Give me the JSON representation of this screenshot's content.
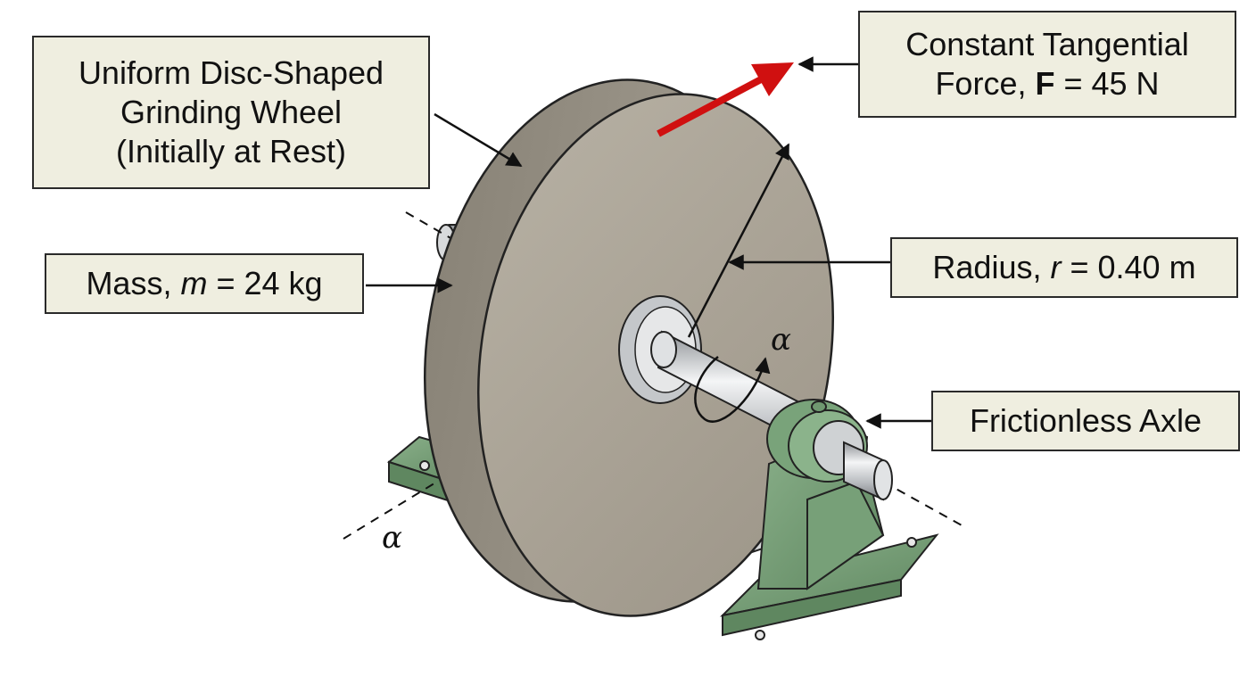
{
  "labels": {
    "wheel": {
      "line1": "Uniform Disc-Shaped",
      "line2": "Grinding Wheel",
      "line3": "(Initially at Rest)"
    },
    "force": {
      "line1": "Constant Tangential",
      "prefix": "Force, ",
      "symbol": "F",
      "value": " = 45 N"
    },
    "mass": {
      "prefix": "Mass, ",
      "symbol": "m",
      "value": " = 24 kg"
    },
    "radius": {
      "prefix": "Radius, ",
      "symbol": "r",
      "value": " = 0.40 m"
    },
    "axle": {
      "text": "Frictionless Axle"
    }
  },
  "symbols": {
    "alpha_rotation": "α",
    "alpha_axis": "α"
  },
  "colors": {
    "wheel_face": "#aaa396",
    "wheel_rim": "#8f897d",
    "force_arrow": "#d01010",
    "bearing_green": "#6f9870",
    "shaft_steel": "#c8cbce",
    "label_fill": "#efeee0"
  }
}
